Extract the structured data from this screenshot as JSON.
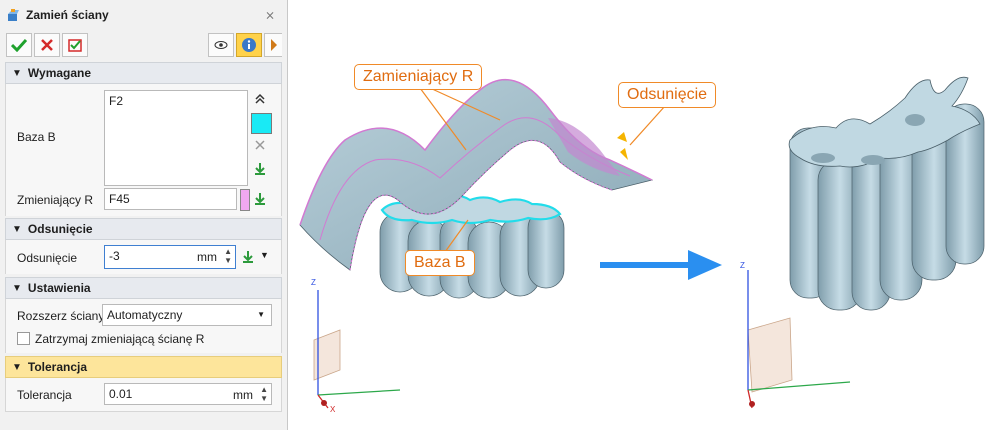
{
  "dialog": {
    "title": "Zamień ściany"
  },
  "sections": {
    "required": "Wymagane",
    "offset": "Odsunięcie",
    "settings": "Ustawienia",
    "tolerance": "Tolerancja"
  },
  "required": {
    "base_label": "Baza B",
    "base_value": "F2",
    "replacing_label": "Zmieniający R",
    "replacing_value": "F45",
    "base_swatch_color": "#19eaf5",
    "replacing_swatch_color": "#f0a8f0"
  },
  "offset": {
    "label": "Odsunięcie",
    "value": "-3",
    "unit": "mm"
  },
  "settings": {
    "extend_label": "Rozszerz ściany",
    "extend_value": "Automatyczny",
    "keep_label": "Zatrzymaj zmieniającą ścianę R"
  },
  "tolerance": {
    "label": "Tolerancja",
    "value": "0.01",
    "unit": "mm"
  },
  "callouts": {
    "replacing": "Zamieniający R",
    "offset": "Odsunięcie",
    "base": "Baza B"
  },
  "axes": {
    "x": "X",
    "z": "Z"
  },
  "colors": {
    "accent": "#ffd24a",
    "callout_border": "#f08a28",
    "callout_text": "#e06c10",
    "model": "#a8c4d1",
    "arrow": "#2a8ff0"
  }
}
